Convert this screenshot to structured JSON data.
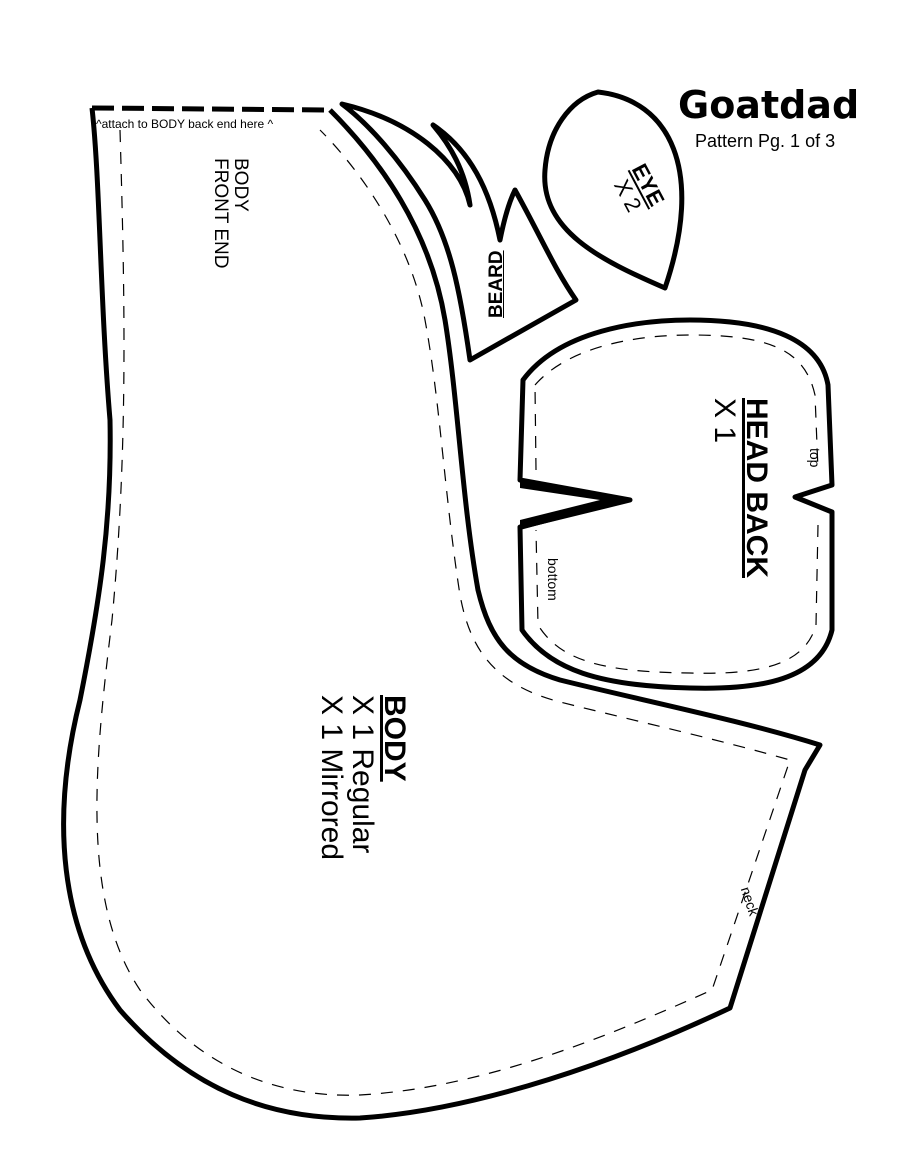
{
  "header": {
    "title": "Goatdad",
    "subtitle": "Pattern Pg. 1 of 3"
  },
  "pieces": {
    "body": {
      "name": "BODY",
      "qty1": "X 1 Regular",
      "qty2": "X 1 Mirrored",
      "front_label_1": "BODY",
      "front_label_2": "FRONT END",
      "attach_note": "^attach to BODY back end here ^",
      "neck_label": "neck"
    },
    "beard": {
      "name": "BEARD"
    },
    "eye": {
      "name": "EYE",
      "qty": "X 2"
    },
    "head_back": {
      "name": "HEAD BACK",
      "qty": "X 1",
      "top_label": "top",
      "bottom_label": "bottom"
    }
  }
}
